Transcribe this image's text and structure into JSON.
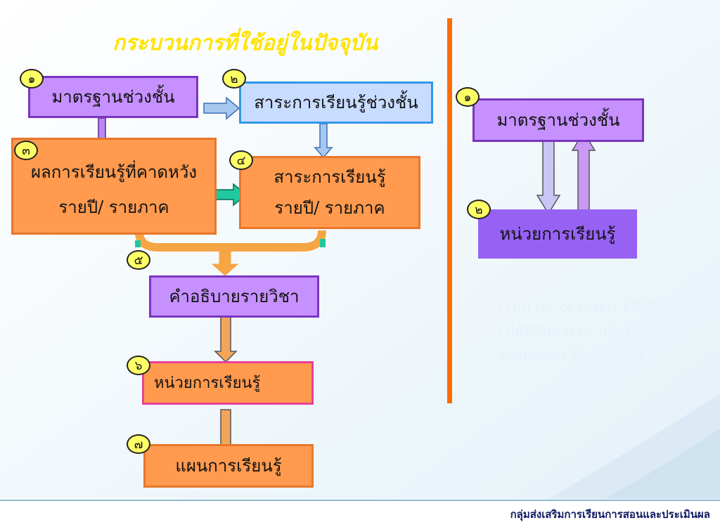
{
  "title": "กระบวนการที่ใช้อยู่ในปัจจุบัน",
  "left_flow": {
    "box1": {
      "num": "๑",
      "label": "มาตรฐานช่วงชั้น"
    },
    "box2": {
      "num": "๒",
      "label": "สาระการเรียนรู้ช่วงชั้น"
    },
    "box3": {
      "num": "๓",
      "line1": "ผลการเรียนรู้ที่คาดหวัง",
      "line2": "รายปี/ รายภาค"
    },
    "box4": {
      "num": "๔",
      "line1": "สาระการเรียนรู้",
      "line2": "รายปี/ รายภาค"
    },
    "box5": {
      "num": "๕",
      "label": "คำอธิบายรายวิชา"
    },
    "box6": {
      "num": "๖",
      "label": "หน่วยการเรียนรู้"
    },
    "box7": {
      "num": "๗",
      "label": "แผนการเรียนรู้"
    }
  },
  "right_flow": {
    "box1": {
      "num": "๑",
      "label": "มาตรฐานช่วงชั้น"
    },
    "box2": {
      "num": "๒",
      "label": "หน่วยการเรียนรู้"
    }
  },
  "citation": [
    "(Harris & Carr, 1996;",
    "Glatthorn et al. 1998,",
    "Solomon P., 1998 )"
  ],
  "footer": "กลุ่มส่งเสริมการเรียนการสอนและประเมินผล",
  "colors": {
    "accent_line": "#ff6d00",
    "title": "#ffe400",
    "purple_box": "#c690ff",
    "orange_box": "#ff9a4f",
    "blue_box": "#c8dcff",
    "violet_box": "#9762f4"
  }
}
